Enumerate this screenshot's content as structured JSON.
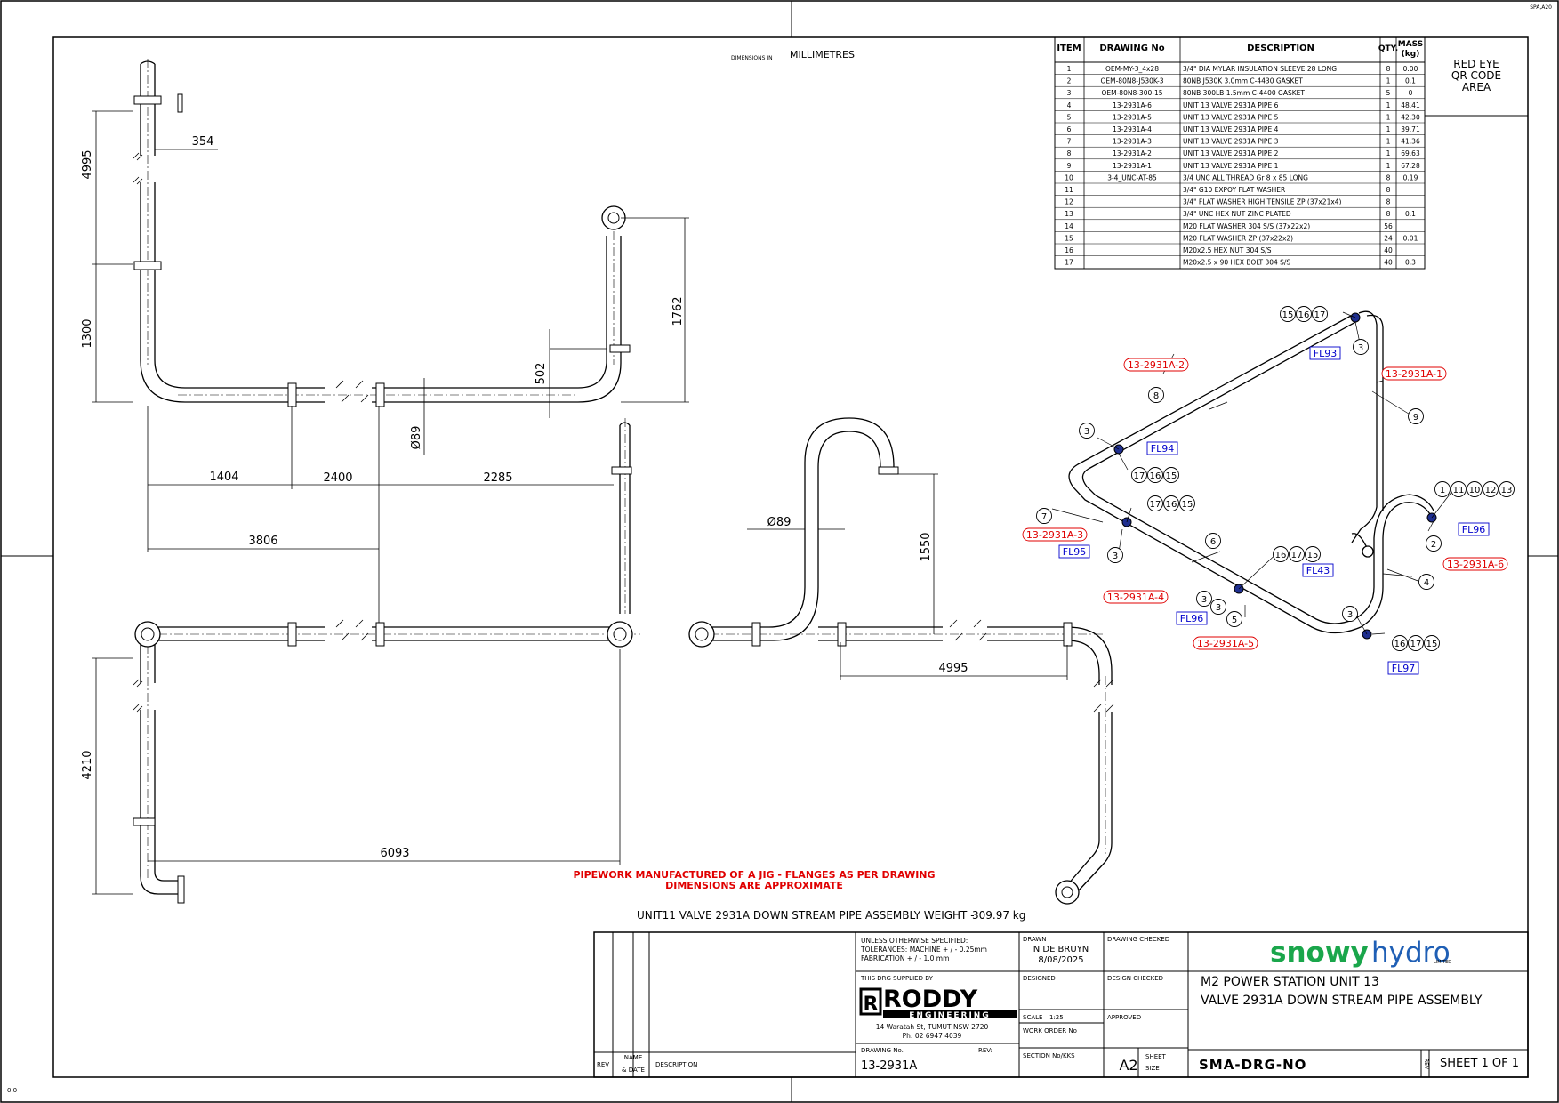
{
  "sheet": {
    "corner_tag": "SPA,A20",
    "origin_label": "0,0"
  },
  "units_note": {
    "prefix": "DIMENSIONS IN",
    "unit": "MILLIMETRES"
  },
  "qr_area": {
    "line1": "RED EYE",
    "line2": "QR CODE",
    "line3": "AREA"
  },
  "bom": {
    "headers": {
      "item": "ITEM",
      "drawing_no": "DRAWING No",
      "description": "DESCRIPTION",
      "qty": "QTY.",
      "mass_line1": "MASS",
      "mass_line2": "(kg)"
    },
    "rows": [
      {
        "item": "1",
        "dwg": "OEM-MY-3_4x28",
        "desc": "3/4\" DIA MYLAR INSULATION SLEEVE 28 LONG",
        "qty": "8",
        "mass": "0.00"
      },
      {
        "item": "2",
        "dwg": "OEM-80N8-J530K-3",
        "desc": "80NB J530K 3.0mm C-4430 GASKET",
        "qty": "1",
        "mass": "0.1"
      },
      {
        "item": "3",
        "dwg": "OEM-80N8-300-15",
        "desc": "80NB 300LB 1.5mm C-4400 GASKET",
        "qty": "5",
        "mass": "0"
      },
      {
        "item": "4",
        "dwg": "13-2931A-6",
        "desc": "UNIT 13 VALVE 2931A PIPE 6",
        "qty": "1",
        "mass": "48.41"
      },
      {
        "item": "5",
        "dwg": "13-2931A-5",
        "desc": "UNIT 13 VALVE 2931A PIPE 5",
        "qty": "1",
        "mass": "42.30"
      },
      {
        "item": "6",
        "dwg": "13-2931A-4",
        "desc": "UNIT 13 VALVE 2931A PIPE 4",
        "qty": "1",
        "mass": "39.71"
      },
      {
        "item": "7",
        "dwg": "13-2931A-3",
        "desc": "UNIT 13 VALVE 2931A PIPE 3",
        "qty": "1",
        "mass": "41.36"
      },
      {
        "item": "8",
        "dwg": "13-2931A-2",
        "desc": "UNIT 13 VALVE 2931A PIPE 2",
        "qty": "1",
        "mass": "69.63"
      },
      {
        "item": "9",
        "dwg": "13-2931A-1",
        "desc": "UNIT 13 VALVE 2931A PIPE 1",
        "qty": "1",
        "mass": "67.28"
      },
      {
        "item": "10",
        "dwg": "3-4_UNC-AT-85",
        "desc": "3/4 UNC ALL THREAD Gr 8 x 85 LONG",
        "qty": "8",
        "mass": "0.19"
      },
      {
        "item": "11",
        "dwg": "",
        "desc": "3/4\" G10 EXPOY FLAT WASHER",
        "qty": "8",
        "mass": ""
      },
      {
        "item": "12",
        "dwg": "",
        "desc": "3/4\" FLAT WASHER HIGH TENSILE ZP (37x21x4)",
        "qty": "8",
        "mass": ""
      },
      {
        "item": "13",
        "dwg": "",
        "desc": "3/4\" UNC HEX NUT ZINC PLATED",
        "qty": "8",
        "mass": "0.1"
      },
      {
        "item": "14",
        "dwg": "",
        "desc": "M20 FLAT WASHER 304 S/S (37x22x2)",
        "qty": "56",
        "mass": ""
      },
      {
        "item": "15",
        "dwg": "",
        "desc": "M20 FLAT WASHER ZP (37x22x2)",
        "qty": "24",
        "mass": "0.01"
      },
      {
        "item": "16",
        "dwg": "",
        "desc": "M20x2.5 HEX NUT 304 S/S",
        "qty": "40",
        "mass": ""
      },
      {
        "item": "17",
        "dwg": "",
        "desc": "M20x2.5 x 90 HEX BOLT 304 S/S",
        "qty": "40",
        "mass": "0.3"
      }
    ]
  },
  "dimensions": {
    "d4995_top": "4995",
    "d354": "354",
    "d1300": "1300",
    "d1762": "1762",
    "d502": "502",
    "d89_a": "Ø89",
    "d1404": "1404",
    "d2400": "2400",
    "d2285": "2285",
    "d3806": "3806",
    "d89_b": "Ø89",
    "d1550": "1550",
    "d4995_mid": "4995",
    "d4210": "4210",
    "d6093": "6093"
  },
  "iso": {
    "pipe_labels": [
      "13-2931A-2",
      "13-2931A-1",
      "13-2931A-3",
      "13-2931A-4",
      "13-2931A-5",
      "13-2931A-6"
    ],
    "flange_labels": [
      "FL93",
      "FL94",
      "FL95",
      "FL96",
      "FL43",
      "FL96",
      "FL97"
    ],
    "balloons": [
      "15",
      "16",
      "17",
      "3",
      "8",
      "9",
      "3",
      "17",
      "16",
      "15",
      "7",
      "17",
      "16",
      "15",
      "6",
      "3",
      "16",
      "17",
      "15",
      "3",
      "5",
      "3",
      "16",
      "17",
      "15",
      "1",
      "11",
      "10",
      "12",
      "13",
      "2",
      "4",
      "3"
    ]
  },
  "notes": {
    "warning_line1": "PIPEWORK MANUFACTURED OF A JIG - FLANGES AS PER DRAWING",
    "warning_line2": "DIMENSIONS ARE APPROXIMATE",
    "weight_label": "UNIT11 VALVE 2931A DOWN STREAM PIPE ASSEMBLY WEIGHT -",
    "weight_value": "309.97 kg"
  },
  "title_block": {
    "rev_col": "REV",
    "name_date_1": "NAME",
    "name_date_2": "& DATE",
    "description_col": "DESCRIPTION",
    "spec_line1": "UNLESS OTHERWISE SPECIFIED:",
    "spec_line2": "TOLERANCES: MACHINE + / - 0.25mm",
    "spec_line3": "FABRICATION + / - 1.0 mm",
    "supplied_by": "THIS DRG SUPPLIED BY",
    "roddy_big": "RODDY",
    "roddy_small": "ENGINEERING",
    "address": "14 Waratah St, TUMUT NSW 2720",
    "phone": "Ph: 02 6947 4039",
    "drawing_no_label": "DRAWING No.",
    "drawing_no": "13-2931A",
    "rev_label": "REV:",
    "drawn_label": "DRAWN",
    "drawn_by": "N DE BRUYN",
    "drawn_date": "8/08/2025",
    "designed_label": "DESIGNED",
    "scale_label": "SCALE",
    "scale_value": "1:25",
    "work_order_label": "WORK ORDER No",
    "section_label": "SECTION No/KKS",
    "drawing_checked_label": "DRAWING CHECKED",
    "design_checked_label": "DESIGN CHECKED",
    "approved_label": "APPROVED",
    "sheet_size_1": "SHEET",
    "sheet_size_2": "SIZE",
    "sheet_size": "A2",
    "company_bold": "snowy",
    "company_light": "hydro",
    "company_suffix": "LIMITED",
    "title_line1": "M2 POWER STATION UNIT 13",
    "title_line2": "VALVE 2931A DOWN STREAM PIPE ASSEMBLY",
    "doc_no": "SMA-DRG-NO",
    "rev_vertical": "REV",
    "sheet_of": "SHEET 1 OF 1",
    "brand_green": "#1aa64b",
    "brand_blue": "#1f5fb5"
  }
}
